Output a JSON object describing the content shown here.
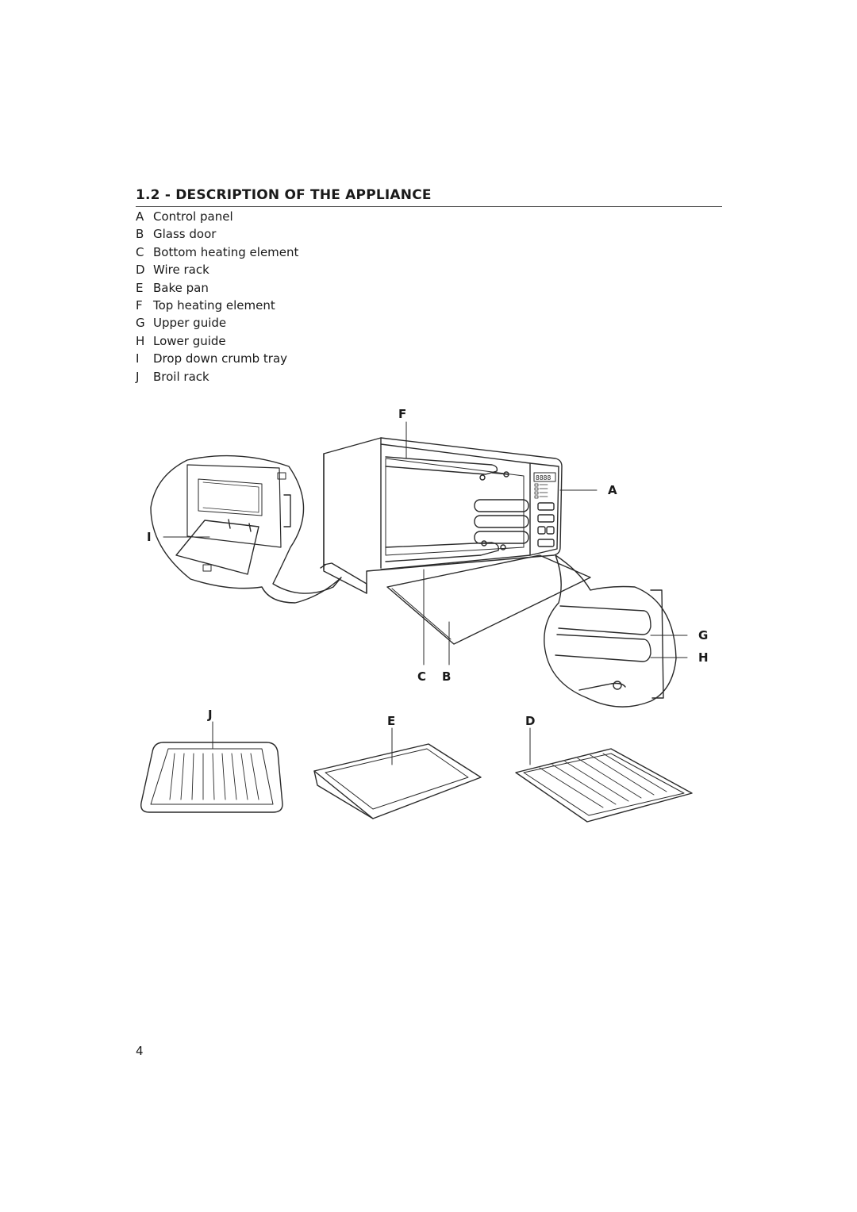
{
  "heading": "1.2 - DESCRIPTION OF THE APPLIANCE",
  "parts": [
    {
      "letter": "A",
      "label": "Control panel"
    },
    {
      "letter": "B",
      "label": "Glass door"
    },
    {
      "letter": "C",
      "label": "Bottom heating element"
    },
    {
      "letter": "D",
      "label": "Wire rack"
    },
    {
      "letter": "E",
      "label": "Bake pan"
    },
    {
      "letter": "F",
      "label": "Top heating element"
    },
    {
      "letter": "G",
      "label": "Upper guide"
    },
    {
      "letter": "H",
      "label": "Lower guide"
    },
    {
      "letter": "I",
      "label": "Drop down crumb tray"
    },
    {
      "letter": "J",
      "label": "Broil rack"
    }
  ],
  "figure": {
    "callouts": {
      "F": "F",
      "A": "A",
      "I": "I",
      "G": "G",
      "H": "H",
      "C": "C",
      "B": "B",
      "J": "J",
      "E": "E",
      "D": "D"
    },
    "display_readout": "8888"
  },
  "page_number": "4"
}
